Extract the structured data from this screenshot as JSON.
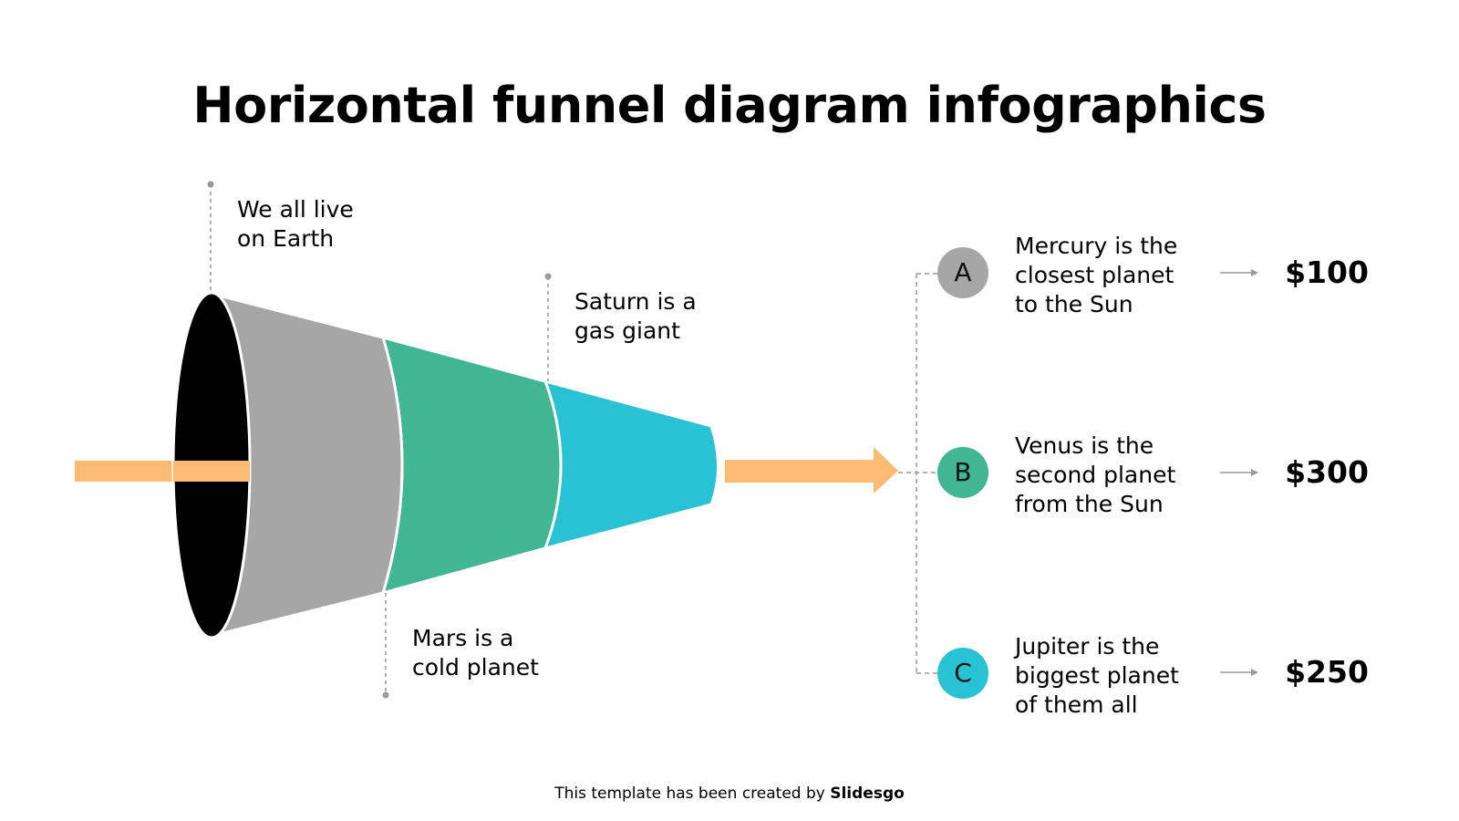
{
  "title": "Horizontal funnel diagram infographics",
  "colors": {
    "gray": "#a6a6a6",
    "green": "#41b692",
    "cyan": "#29c1d4",
    "orange": "#fcbb73",
    "black": "#000000",
    "connector": "#9a9a9a"
  },
  "funnel_labels": [
    {
      "text": "We all live\non Earth"
    },
    {
      "text": "Saturn is a\ngas giant"
    },
    {
      "text": "Mars is a\ncold planet"
    }
  ],
  "options": [
    {
      "letter": "A",
      "text": "Mercury is the\nclosest planet\nto the Sun",
      "price": "$100",
      "color": "#a6a6a6"
    },
    {
      "letter": "B",
      "text": "Venus is the\nsecond planet\nfrom the Sun",
      "price": "$300",
      "color": "#41b692"
    },
    {
      "letter": "C",
      "text": "Jupiter is the\nbiggest planet\nof them all",
      "price": "$250",
      "color": "#29c1d4"
    }
  ],
  "footer": {
    "prefix": "This template has been created by ",
    "brand": "Slidesgo"
  }
}
